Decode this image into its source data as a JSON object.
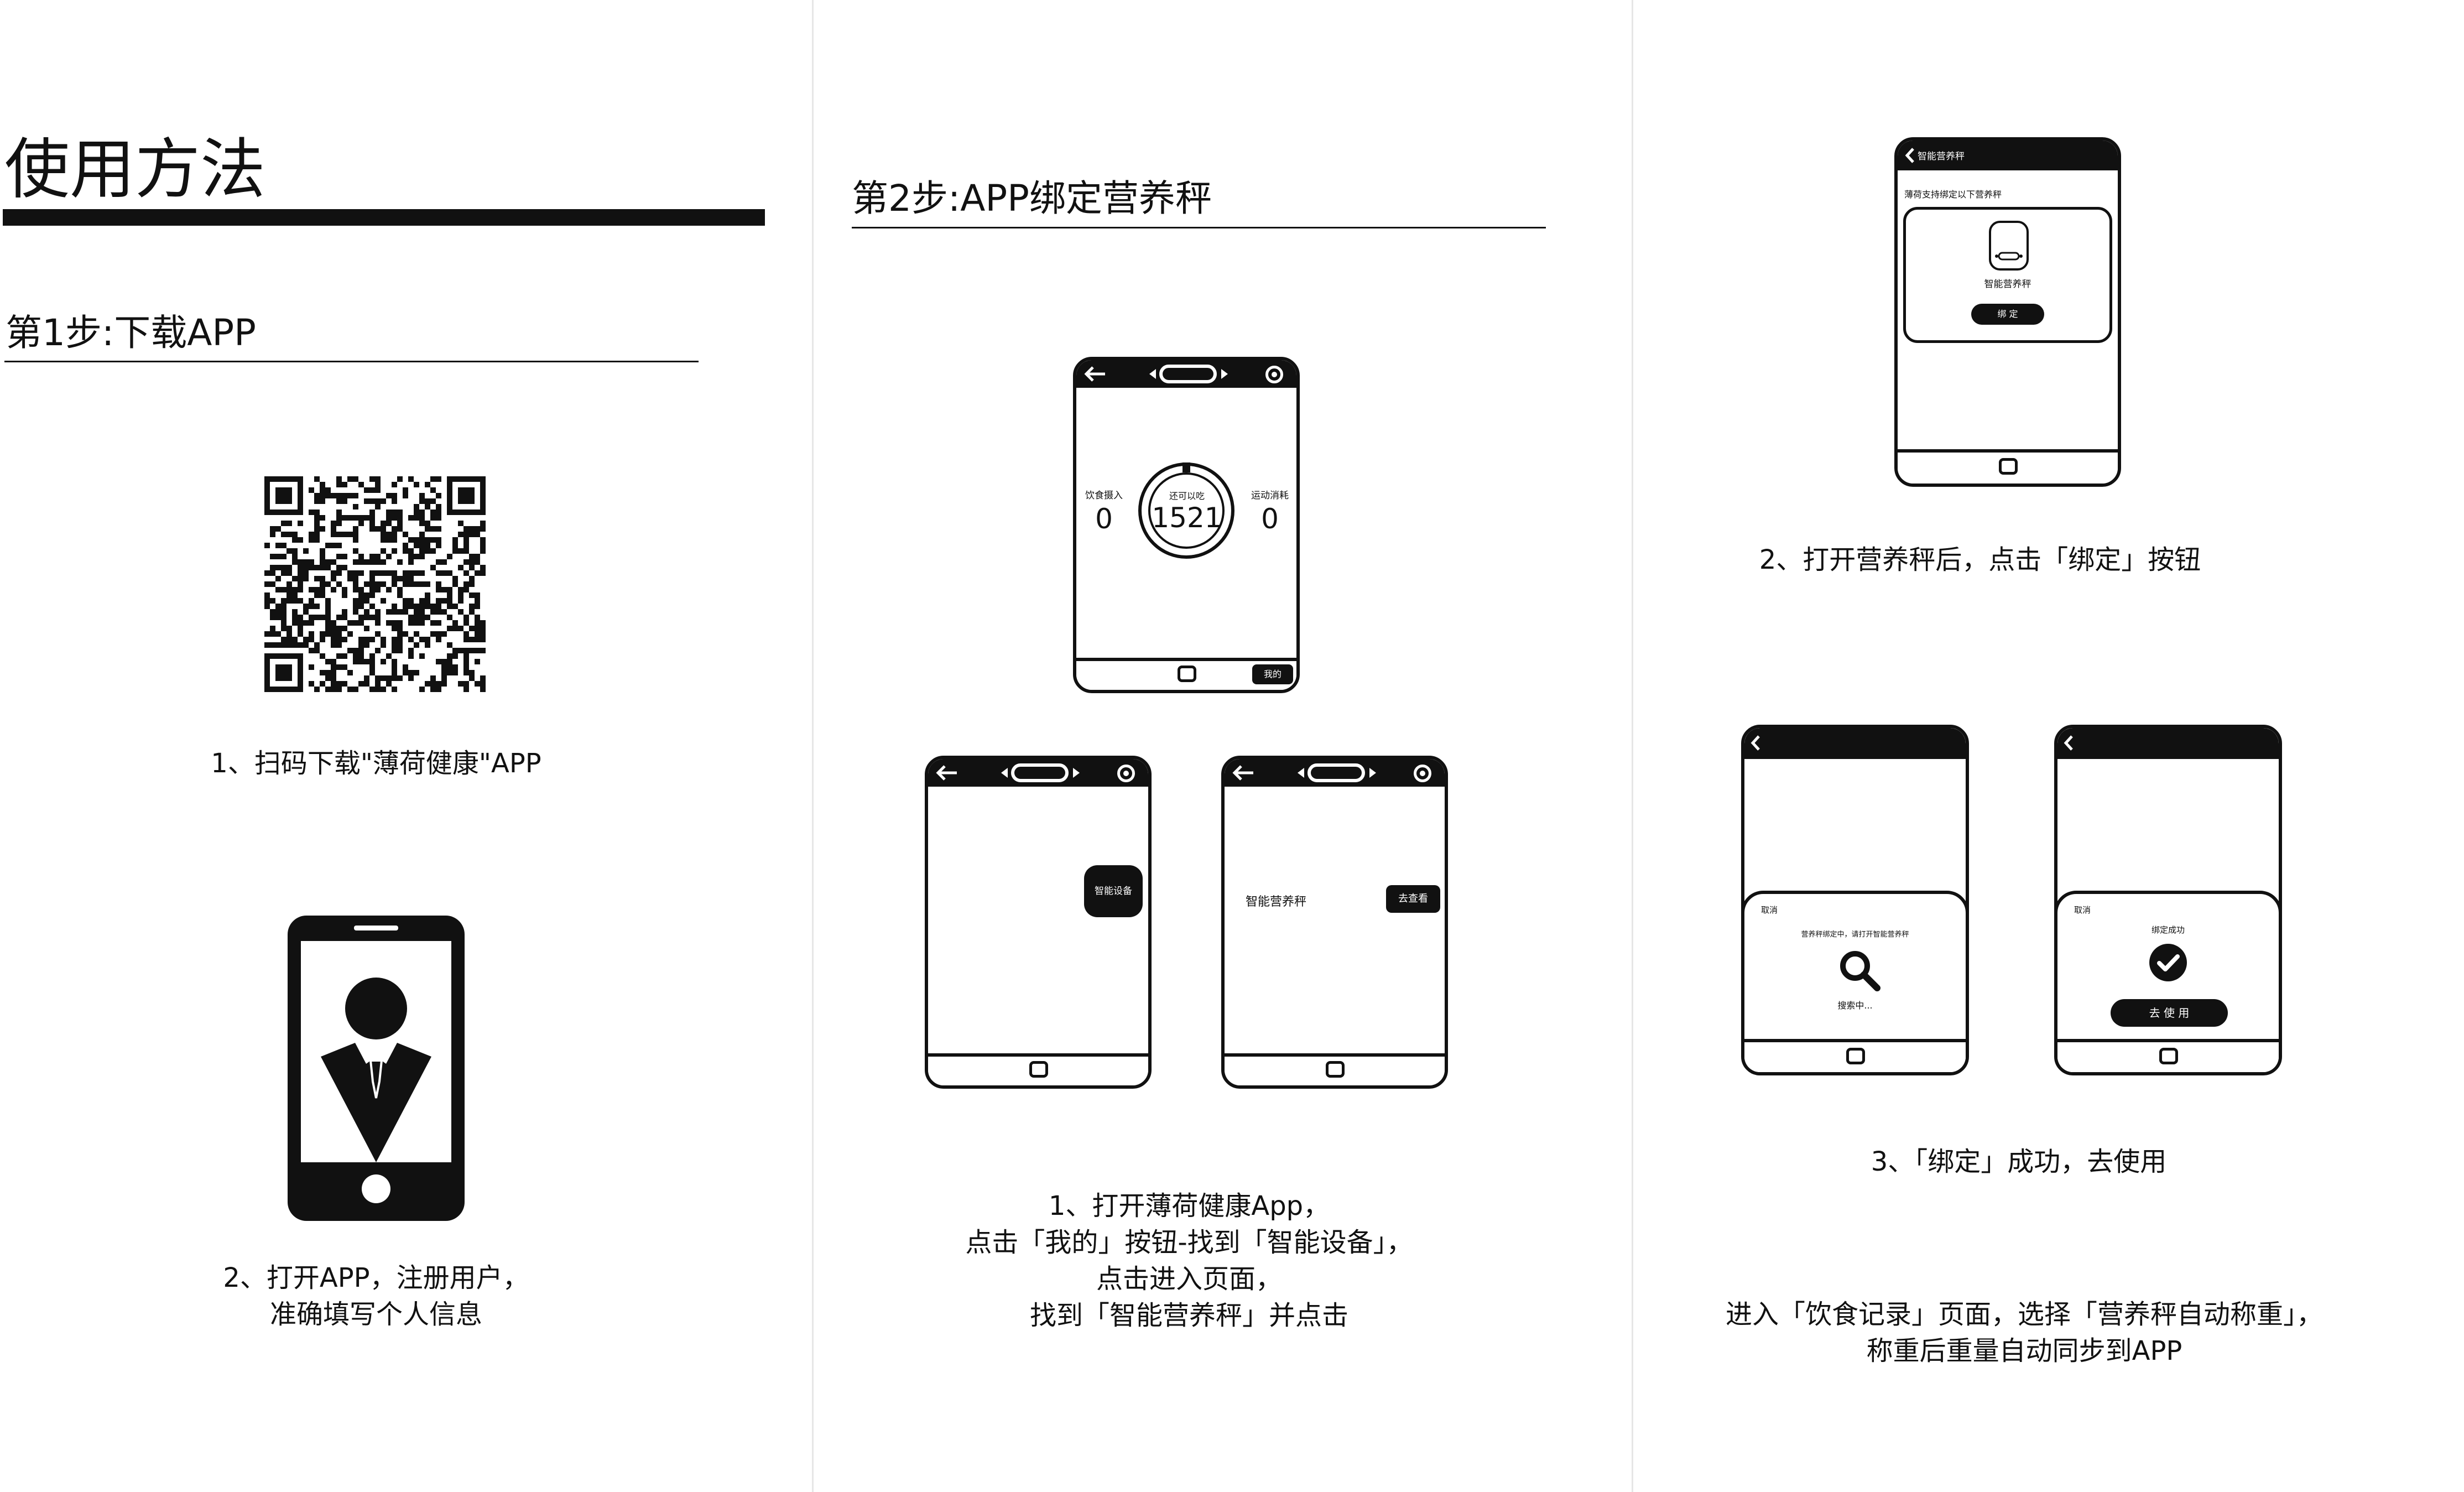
{
  "page": {
    "title": "使用方法",
    "step1_title": "第1步:下载APP",
    "step2_title": "第2步:APP绑定营养秤"
  },
  "step1": {
    "caption1": "1、扫码下载\"薄荷健康\"APP",
    "caption2_line1": "2、打开APP，注册用户，",
    "caption2_line2": "准确填写个人信息"
  },
  "step2": {
    "home_screen": {
      "intake_label": "饮食摄入",
      "intake_value": "0",
      "remaining_label": "还可以吃",
      "remaining_value": "1521",
      "burn_label": "运动消耗",
      "burn_value": "0",
      "mine_button": "我的"
    },
    "device_button": "智能设备",
    "scale_item": "智能营养秤",
    "view_button": "去查看",
    "caption_line1": "1、打开薄荷健康App，",
    "caption_line2": "点击「我的」按钮-找到「智能设备」，",
    "caption_line3": "点击进入页面，",
    "caption_line4": "找到「智能营养秤」并点击"
  },
  "step3": {
    "bind_screen": {
      "header": "智能营养秤",
      "support_text": "薄荷支持绑定以下营养秤",
      "device_name": "智能营养秤",
      "bind_button": "绑 定"
    },
    "caption2": "2、打开营养秤后，点击「绑定」按钮",
    "searching": {
      "cancel": "取消",
      "hint": "营养秤绑定中，请打开智能营养秤",
      "status": "搜索中..."
    },
    "success": {
      "cancel": "取消",
      "status": "绑定成功",
      "use_button": "去 使 用"
    },
    "caption3": "3、「绑定」成功，去使用",
    "final_line1": "进入「饮食记录」页面，选择「营养秤自动称重」，",
    "final_line2": "称重后重量自动同步到APP"
  }
}
